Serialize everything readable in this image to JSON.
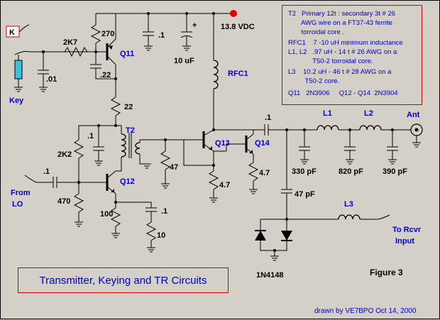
{
  "title": "Transmitter, Keying and TR Circuits",
  "figure": "Figure 3",
  "credit": "drawn by VE7BPO Oct 14, 2000",
  "supply": "13.8 VDC",
  "key_box": "K",
  "key_label": "Key",
  "from_lo": [
    "From",
    "LO"
  ],
  "ant": "Ant",
  "to_rcvr": [
    "To Rcvr",
    "Input"
  ],
  "notes": [
    "T2   Primary 12t : secondary 3t # 26",
    "       AWG wire on a FT37-43 ferrite",
    "       torroidal core .",
    "RFC1    7 -10 uH minimum inductance",
    "L1, L2   .97 uH - 14 t # 26 AWG on a",
    "             T50-2 torroidal core.",
    "L3    10.2 uH - 46 t # 28 AWG on a",
    "         T50-2 core.",
    "Q11   2N3906     Q12 - Q14  2N3904"
  ],
  "components": {
    "r_2k7": "2K7",
    "r_270": "270",
    "c_01a": ".1",
    "c_10uf": "10 uF",
    "c_01b": ".01",
    "c_22": ".22",
    "q11": "Q11",
    "rfc1": "RFC1",
    "r_22": "22",
    "c_01c": ".1",
    "t2": "T2",
    "r_2k2": "2K2",
    "q13": "Q13",
    "q14": "Q14",
    "c_01d": ".1",
    "l1": "L1",
    "l2": "L2",
    "r_47": "47",
    "r_4_7a": "4.7",
    "r_4_7b": "4.7",
    "c_01e": ".1",
    "q12": "Q12",
    "r_470": "470",
    "r_100": "100",
    "c_01f": ".1",
    "r_10": "10",
    "c_330": "330 pF",
    "c_820": "820 pF",
    "c_390": "390 pF",
    "c_47pf": "47 pF",
    "l3": "L3",
    "d_1n4148": "1N4148",
    "plus": "+"
  }
}
